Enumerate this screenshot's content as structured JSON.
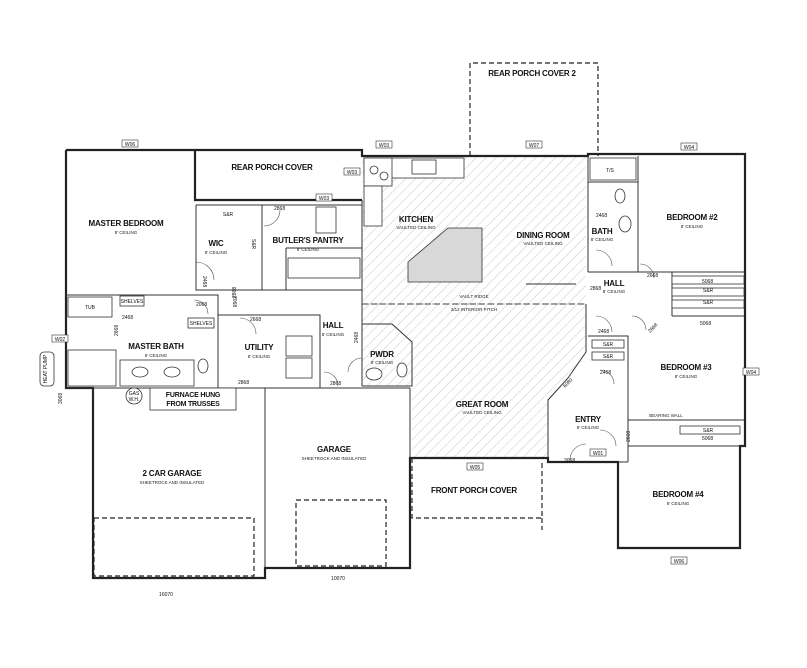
{
  "rooms": {
    "rear_porch_cover_2": "REAR PORCH COVER 2",
    "rear_porch_cover": "REAR PORCH COVER",
    "master_bedroom": "MASTER BEDROOM",
    "master_bedroom_ceiling": "8' CEILING",
    "wic": "WIC",
    "wic_ceiling": "8' CEILING",
    "butlers_pantry": "BUTLER'S PANTRY",
    "butlers_pantry_ceiling": "8' CEILING",
    "kitchen": "KITCHEN",
    "kitchen_ceiling": "VAULTED CEILING",
    "dining_room": "DINING ROOM",
    "dining_room_ceiling": "VAULTED CEILING",
    "bath": "BATH",
    "bath_ceiling": "8' CEILING",
    "bedroom2": "BEDROOM #2",
    "bedroom2_ceiling": "8' CEILING",
    "hall_right": "HALL",
    "hall_right_ceiling": "8' CEILING",
    "master_bath": "MASTER BATH",
    "master_bath_ceiling": "8' CEILING",
    "utility": "UTILITY",
    "utility_ceiling": "8' CEILING",
    "hall_center": "HALL",
    "hall_center_ceiling": "8' CEILING",
    "pwdr": "PWDR",
    "pwdr_ceiling": "8' CEILING",
    "great_room": "GREAT ROOM",
    "great_room_ceiling": "VAULTED CEILING",
    "bedroom3": "BEDROOM #3",
    "bedroom3_ceiling": "8' CEILING",
    "entry": "ENTRY",
    "entry_ceiling": "8' CEILING",
    "garage": "GARAGE",
    "garage_note": "SHEETROCK AND INSULATED",
    "two_car_garage": "2 CAR GARAGE",
    "two_car_garage_note": "SHEETROCK AND INSULATED",
    "front_porch_cover": "FRONT PORCH COVER",
    "bedroom4": "BEDROOM #4",
    "bedroom4_ceiling": "8' CEILING"
  },
  "notes": {
    "furnace_line1": "FURNACE HUNG",
    "furnace_line2": "FROM TRUSSES",
    "vault_ridge": "VAULT RIDGE",
    "vault_pitch": "3/12 INTERIOR PITCH",
    "bearing_wall": "BEARING WALL",
    "shelves_1": "SHELVES",
    "shelves_2": "SHELVES",
    "gas_wh_1": "GAS",
    "gas_wh_2": "W.H.",
    "heat_pump": "HEAT PUMP",
    "tub": "TUB",
    "ts": "T/S",
    "sr_wic_top": "S&R",
    "sr_wic_side": "S&R",
    "sr_b3_1": "S&R",
    "sr_b3_2": "S&R",
    "sr_hall_1": "S&R",
    "sr_hall_2": "S&R",
    "sr_b4": "S&R"
  },
  "windows": {
    "w06_top": "W06",
    "w03": "W03",
    "w07": "W07",
    "w04_top": "W04",
    "w03_kitchen": "W03",
    "w03_pantry": "W03",
    "w02": "W02",
    "w04_right": "W04",
    "w05": "W05",
    "w01": "W01",
    "w06_bottom": "W06"
  },
  "dimensions": {
    "d_2868_pantry": "2868",
    "d_2868_bath": "2868",
    "d_2468_bath": "2468",
    "d_2468_wic": "2468",
    "d_2068_closet": "2068",
    "d_5068_b2": "5068",
    "d_5068_b3": "5068",
    "d_2068_mb": "2068",
    "d_2468_mb": "2468",
    "d_2668_mb": "2668",
    "d_2668_util": "2668",
    "d_2468_pwdr": "2468",
    "d_2868_util": "2868",
    "d_2868_hall": "2868",
    "d_2668_hall": "2668",
    "d_2468_hall_a": "2468",
    "d_2468_hall_b": "2468",
    "d_2668_b3": "2668",
    "d_6080": "6080",
    "d_2668_entry": "2668",
    "d_3068_entry": "3068",
    "d_5068_b4": "5068",
    "d_3068_left": "3068",
    "d_16070": "16070",
    "d_10070": "10070",
    "d_2868_butler": "2868"
  }
}
